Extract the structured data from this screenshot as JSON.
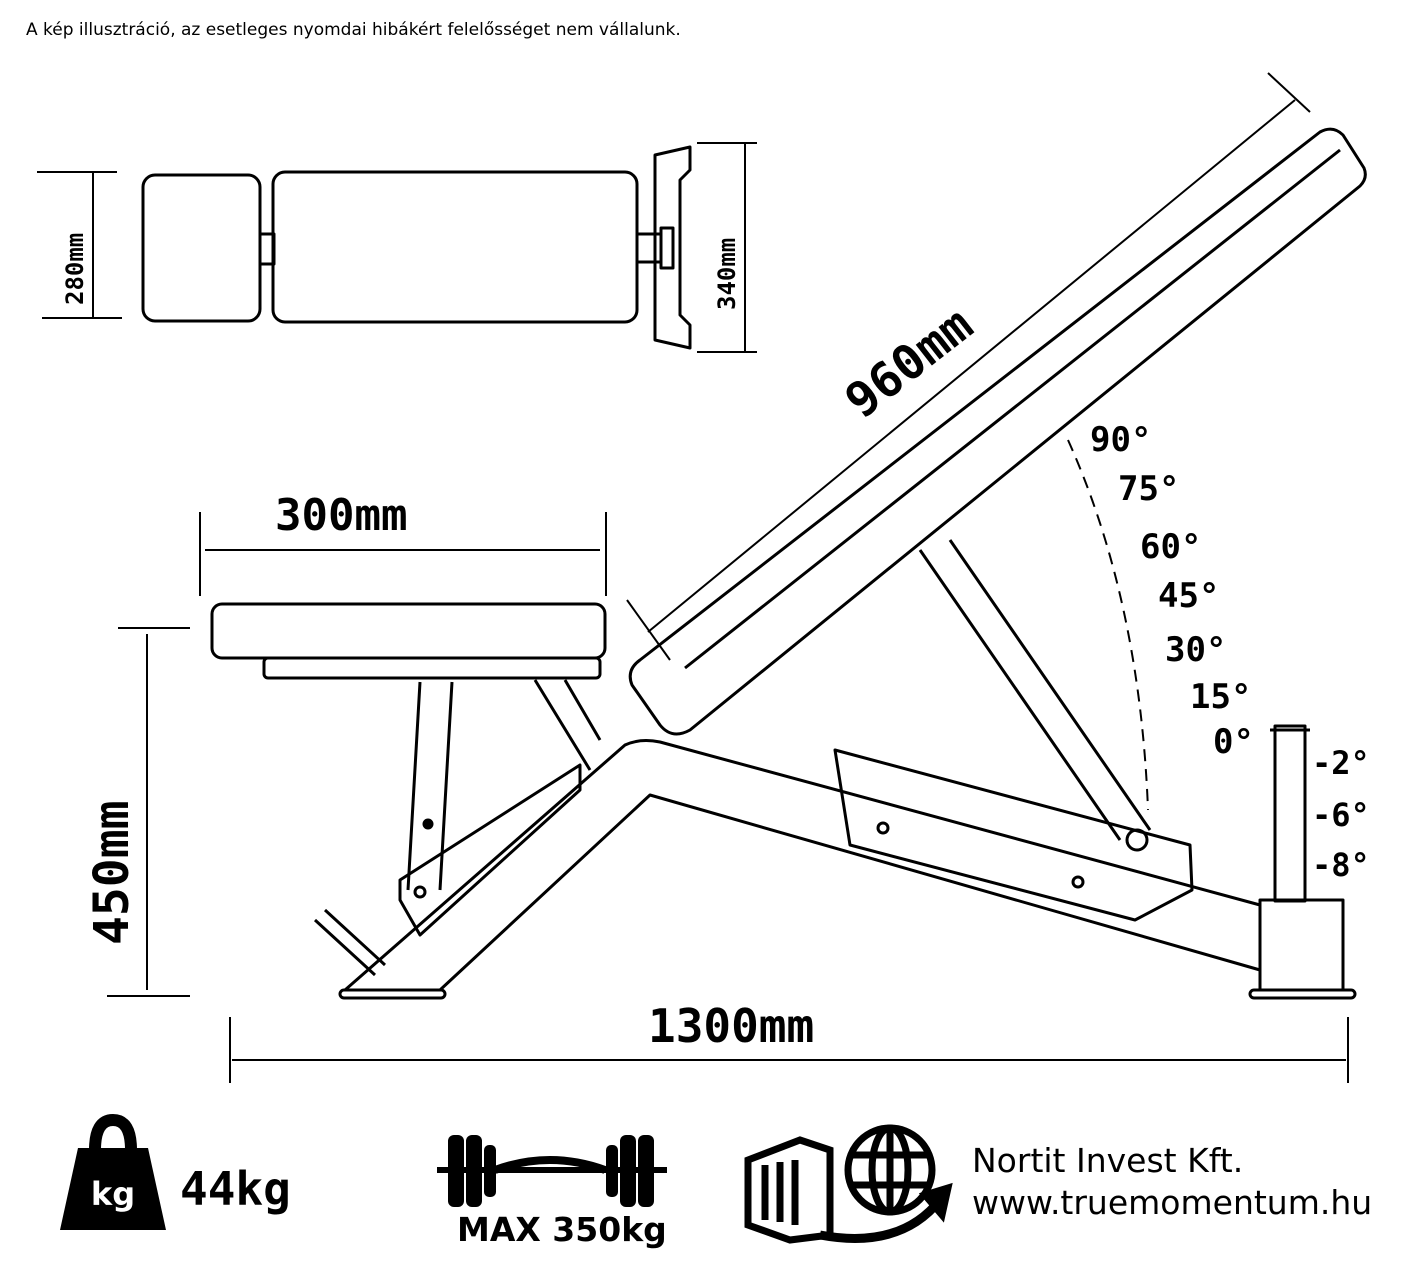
{
  "disclaimer": "A kép illusztráció, az esetleges nyomdai hibákért felelősséget nem vállalunk.",
  "dimensions": {
    "top_width": "280mm",
    "foot_width": "340mm",
    "backrest_length": "960mm",
    "seat_length": "300mm",
    "seat_height": "450mm",
    "total_length": "1300mm"
  },
  "backrest_angles": [
    "90°",
    "75°",
    "60°",
    "45°",
    "30°",
    "15°",
    "0°"
  ],
  "decline_angles": [
    "-2°",
    "-6°",
    "-8°"
  ],
  "specs": {
    "weight": "44kg",
    "weight_icon_label": "kg",
    "max_load": "MAX 350kg"
  },
  "company": {
    "name": "Nortit Invest Kft.",
    "website": "www.truemomentum.hu"
  }
}
